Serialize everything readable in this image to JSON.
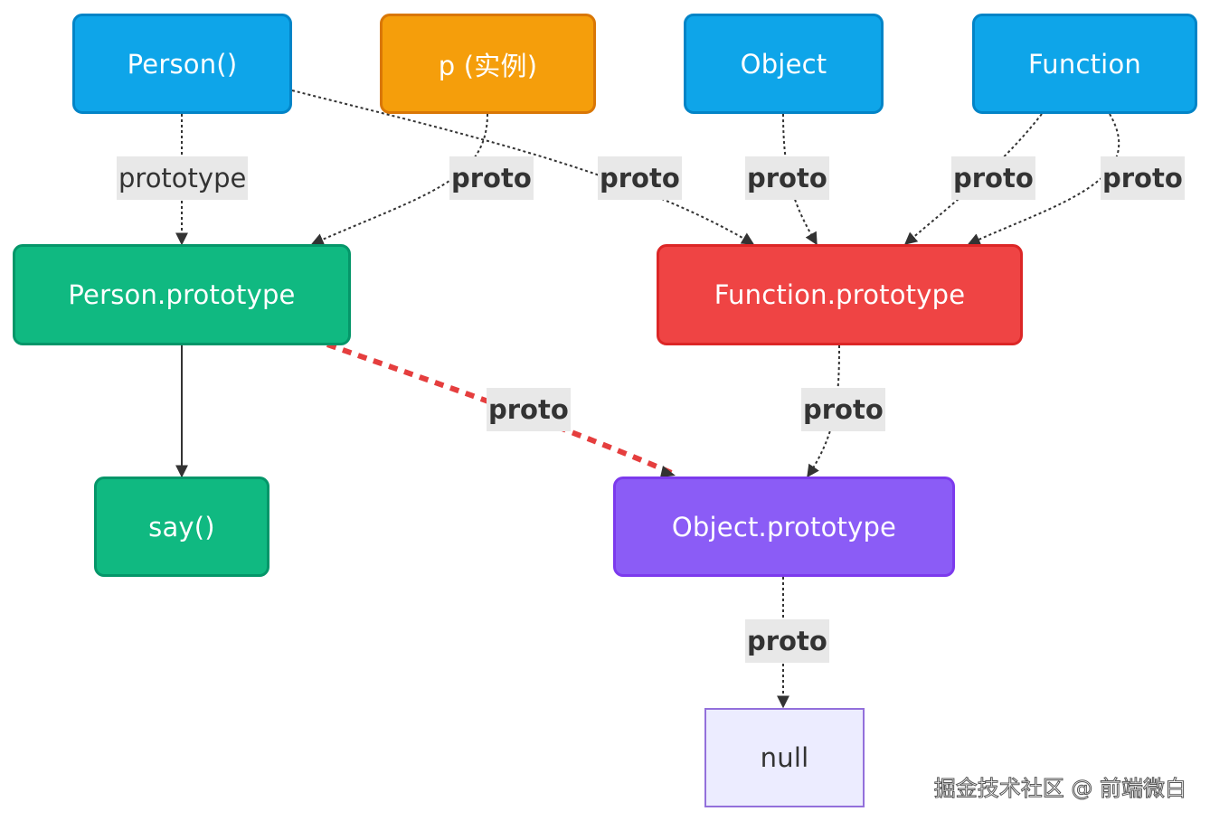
{
  "nodes": {
    "person_fn": "Person()",
    "instance_p": "p (实例)",
    "object_fn": "Object",
    "function_fn": "Function",
    "person_proto": "Person.prototype",
    "function_proto": "Function.prototype",
    "say": "say()",
    "object_proto": "Object.prototype",
    "null_node": "null"
  },
  "edges": {
    "person_prototype": "prototype",
    "p_proto": "proto",
    "person_fn_proto": "proto",
    "object_fn_proto": "proto",
    "function_fn_proto_1": "proto",
    "function_fn_proto_2": "proto",
    "person_proto_proto": "proto",
    "function_proto_proto": "proto",
    "object_proto_proto": "proto"
  },
  "watermark": "掘金技术社区 @ 前端微白",
  "colors": {
    "blue": "#0ea5e9",
    "orange": "#f59e0b",
    "green": "#10b981",
    "red": "#ef4444",
    "purple": "#8b5cf6",
    "null_fill": "#ececff",
    "highlight_edge": "#e53e3e"
  }
}
